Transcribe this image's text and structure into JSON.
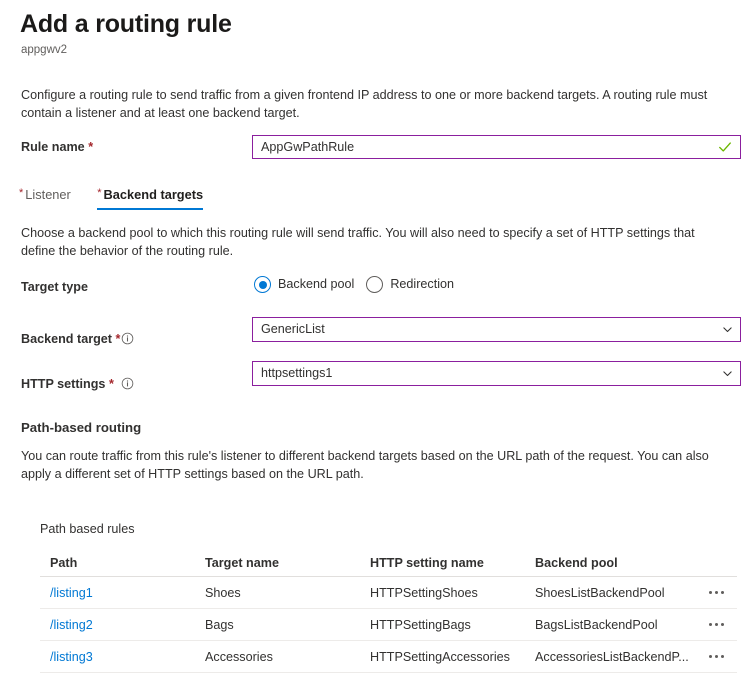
{
  "header": {
    "title": "Add a routing rule",
    "subtitle": "appgwv2"
  },
  "intro_paragraph": "Configure a routing rule to send traffic from a given frontend IP address to one or more backend targets. A routing rule must contain a listener and at least one backend target.",
  "rule_name": {
    "label": "Rule name",
    "required_marker": "*",
    "value": "AppGwPathRule",
    "validation_icon": "green-check-icon",
    "border_color": "#8b1f9e"
  },
  "tabs": [
    {
      "label": "Listener",
      "required_marker": "*",
      "active": false
    },
    {
      "label": "Backend targets",
      "required_marker": "*",
      "active": true
    }
  ],
  "tab_accent_color": "#0078d4",
  "backend_paragraph": "Choose a backend pool to which this routing rule will send traffic. You will also need to specify a set of HTTP settings that define the behavior of the routing rule.",
  "target_type": {
    "label": "Target type",
    "options": [
      {
        "label": "Backend pool",
        "selected": true
      },
      {
        "label": "Redirection",
        "selected": false
      }
    ],
    "accent_color": "#0078d4"
  },
  "backend_target": {
    "label": "Backend target",
    "required_marker": "*",
    "info_icon": "info-circle-icon",
    "value": "GenericList",
    "chevron": "chevron-down-icon"
  },
  "http_settings": {
    "label": "HTTP settings",
    "required_marker": "*",
    "info_icon": "info-circle-icon",
    "value": "httpsettings1",
    "chevron": "chevron-down-icon"
  },
  "path_based_routing": {
    "heading": "Path-based routing",
    "paragraph": "You can route traffic from this rule's listener to different backend targets based on the URL path of the request. You can also apply a different set of HTTP settings based on the URL path.",
    "table_caption": "Path based rules",
    "columns": [
      "Path",
      "Target name",
      "HTTP setting name",
      "Backend pool"
    ],
    "rows": [
      {
        "path": "/listing1",
        "target_name": "Shoes",
        "http_setting_name": "HTTPSettingShoes",
        "backend_pool": "ShoesListBackendPool",
        "menu": "more-options-icon"
      },
      {
        "path": "/listing2",
        "target_name": "Bags",
        "http_setting_name": "HTTPSettingBags",
        "backend_pool": "BagsListBackendPool",
        "menu": "more-options-icon"
      },
      {
        "path": "/listing3",
        "target_name": "Accessories",
        "http_setting_name": "HTTPSettingAccessories",
        "backend_pool": "AccessoriesListBackendP...",
        "menu": "more-options-icon"
      }
    ],
    "link_color": "#0078d4"
  }
}
